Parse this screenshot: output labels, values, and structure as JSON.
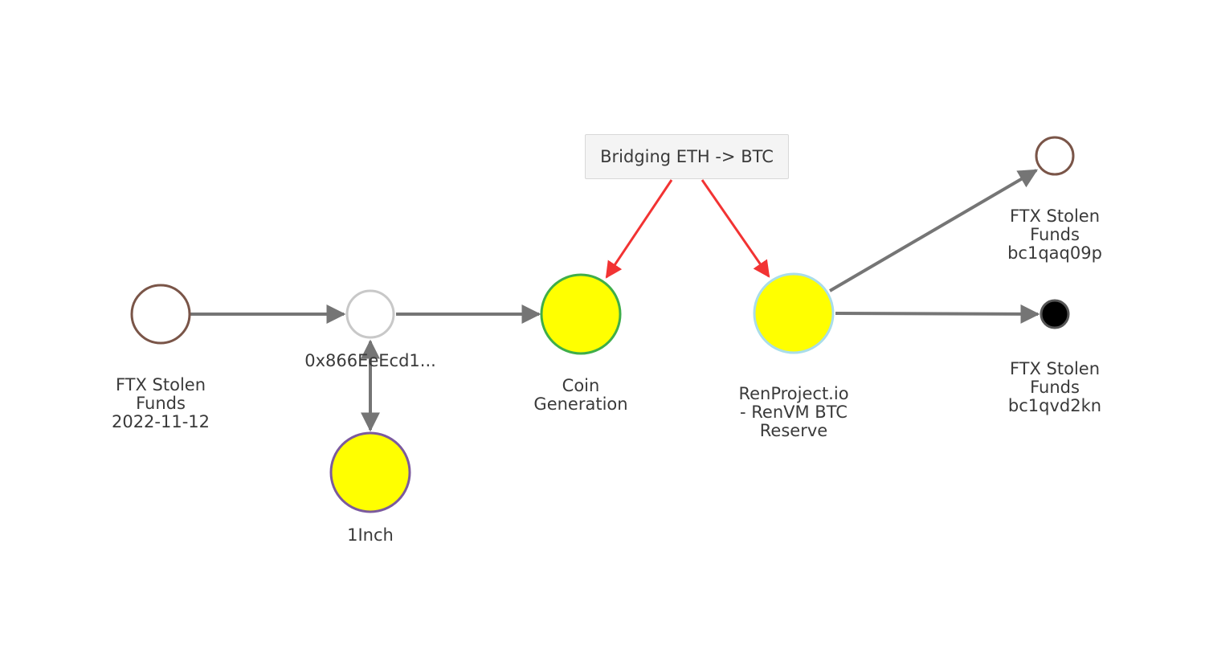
{
  "annotation": {
    "text": "Bridging ETH -> BTC"
  },
  "nodes": {
    "ftx_source": {
      "label": "FTX Stolen\nFunds\n2022-11-12",
      "fill": "#ffffff",
      "stroke": "#7a5548"
    },
    "address": {
      "label": "0x866EeEcd1...",
      "fill": "#ffffff",
      "stroke": "#c8c8c8"
    },
    "oneinch": {
      "label": "1Inch",
      "fill": "#ffff00",
      "stroke": "#7b5a9e"
    },
    "coin_gen": {
      "label": "Coin\nGeneration",
      "fill": "#ffff00",
      "stroke": "#3fae49"
    },
    "renproject": {
      "label": "RenProject.io\n- RenVM BTC\nReserve",
      "fill": "#ffff00",
      "stroke": "#a9dde9"
    },
    "ftx_bc1qaq": {
      "label": "FTX Stolen\nFunds\nbc1qaq09p",
      "fill": "#ffffff",
      "stroke": "#7a5548"
    },
    "ftx_bc1qvd": {
      "label": "FTX Stolen\nFunds\nbc1qvd2kn",
      "fill": "#000000",
      "stroke": "#555555"
    }
  },
  "colors": {
    "edge": "#757575",
    "annotation_edge": "#f23333"
  }
}
